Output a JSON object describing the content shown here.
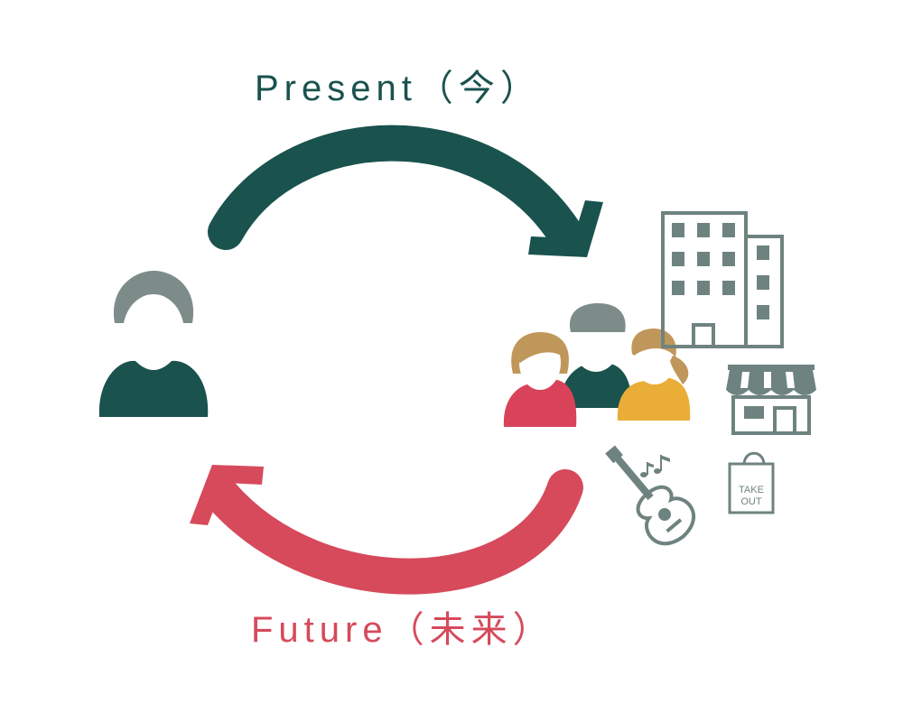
{
  "labels": {
    "present": "Present（今）",
    "future": "Future（未来）"
  },
  "bag": {
    "line1": "TAKE",
    "line2": "OUT"
  },
  "icons": [
    "person-icon",
    "group-of-people-icon",
    "office-building-icon",
    "storefront-icon",
    "guitar-icon",
    "music-notes-icon",
    "takeout-bag-icon"
  ],
  "colors": {
    "present": "#1a524e",
    "future": "#d64a5b",
    "gray": "#6e8380",
    "skin": "#c0975a",
    "pink": "#d8435a",
    "yellow": "#eaad37",
    "grey_hair": "#7d8c89"
  }
}
